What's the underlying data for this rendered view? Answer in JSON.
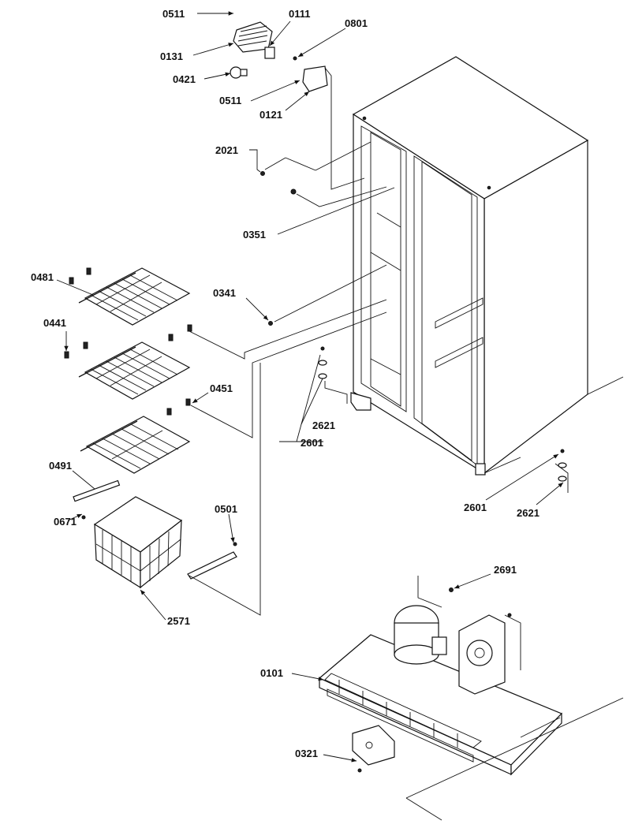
{
  "labels": [
    {
      "id": "p0511a",
      "text": "0511"
    },
    {
      "id": "p0111",
      "text": "0111"
    },
    {
      "id": "p0801",
      "text": "0801"
    },
    {
      "id": "p0131",
      "text": "0131"
    },
    {
      "id": "p0421",
      "text": "0421"
    },
    {
      "id": "p0511b",
      "text": "0511"
    },
    {
      "id": "p0121",
      "text": "0121"
    },
    {
      "id": "p2021",
      "text": "2021"
    },
    {
      "id": "p0351",
      "text": "0351"
    },
    {
      "id": "p0341",
      "text": "0341"
    },
    {
      "id": "p0481",
      "text": "0481"
    },
    {
      "id": "p0441",
      "text": "0441"
    },
    {
      "id": "p0451",
      "text": "0451"
    },
    {
      "id": "p2621a",
      "text": "2621"
    },
    {
      "id": "p2601a",
      "text": "2601"
    },
    {
      "id": "p0491",
      "text": "0491"
    },
    {
      "id": "p0501",
      "text": "0501"
    },
    {
      "id": "p0671",
      "text": "0671"
    },
    {
      "id": "p2601b",
      "text": "2601"
    },
    {
      "id": "p2621b",
      "text": "2621"
    },
    {
      "id": "p2691",
      "text": "2691"
    },
    {
      "id": "p2571",
      "text": "2571"
    },
    {
      "id": "p0101",
      "text": "0101"
    },
    {
      "id": "p0321",
      "text": "0321"
    }
  ]
}
